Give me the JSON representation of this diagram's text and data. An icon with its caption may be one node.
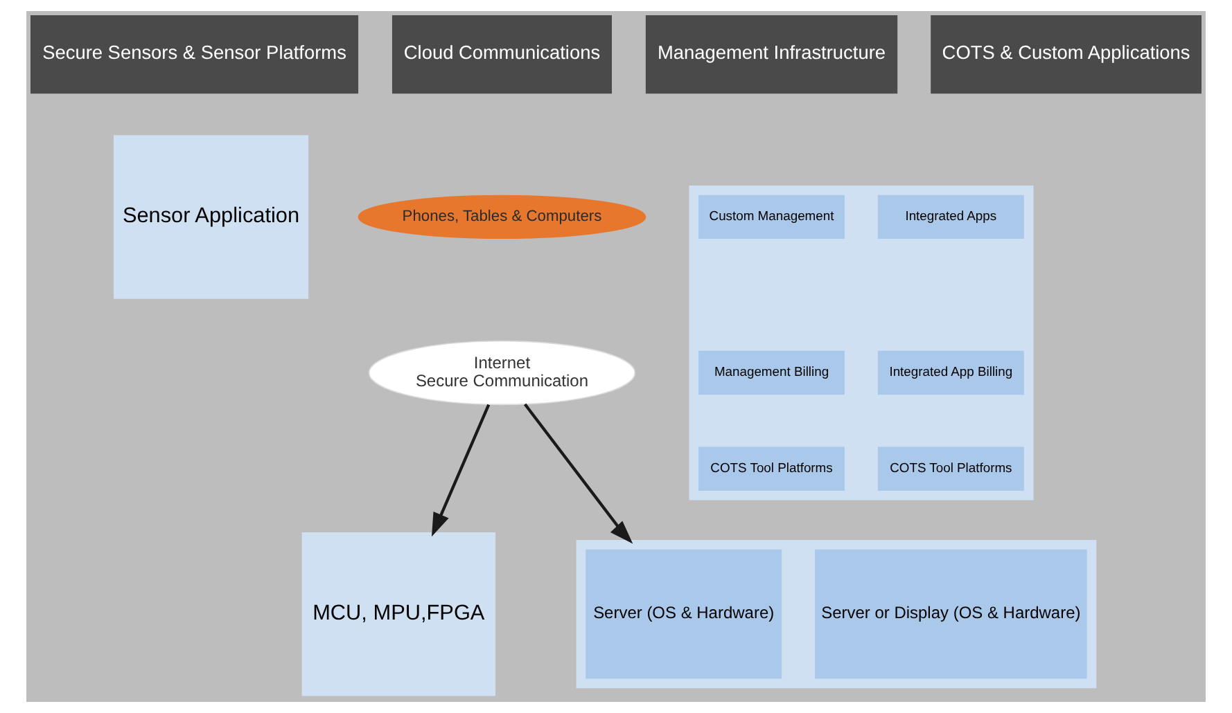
{
  "diagram": {
    "nodes": [
      {
        "text": [
          "Secure Sensors & Sensor Platforms"
        ]
      },
      {
        "text": [
          "Cloud Communications"
        ]
      },
      {
        "text": [
          "Management Infrastructure"
        ]
      },
      {
        "text": [
          "COTS & Custom Applications"
        ]
      },
      {
        "text": [
          "Sensor Application"
        ]
      },
      {
        "text": [
          "Phones, Tables & Computers"
        ]
      },
      {
        "text": [
          "Internet",
          "Secure Communication"
        ]
      },
      {
        "text": [],
        "shape": "box"
      },
      {
        "text": [
          "Custom Management"
        ],
        "in": 7
      },
      {
        "text": [
          "Management Billing"
        ],
        "in": 7
      },
      {
        "text": [
          "COTS Tool Platforms"
        ],
        "in": 7
      },
      {
        "text": [
          "Integrated Apps"
        ],
        "in": 7
      },
      {
        "text": [
          "Integrated App Billing"
        ],
        "in": 7
      },
      {
        "text": [
          "COTS Tool Platforms"
        ],
        "in": 7
      },
      {
        "text": [
          "MCU, MPU,FPGA"
        ]
      },
      {
        "text": [],
        "shape": "box"
      },
      {
        "text": [
          "Server (OS & Hardware)"
        ],
        "in": 15
      },
      {
        "text": [
          "Server or Display (OS & Hardware)"
        ],
        "in": 15
      }
    ],
    "edges": [
      {
        "from": 6,
        "to": 14,
        "arrow": "to"
      },
      {
        "from": 6,
        "to": 15,
        "arrow": "to"
      }
    ]
  }
}
